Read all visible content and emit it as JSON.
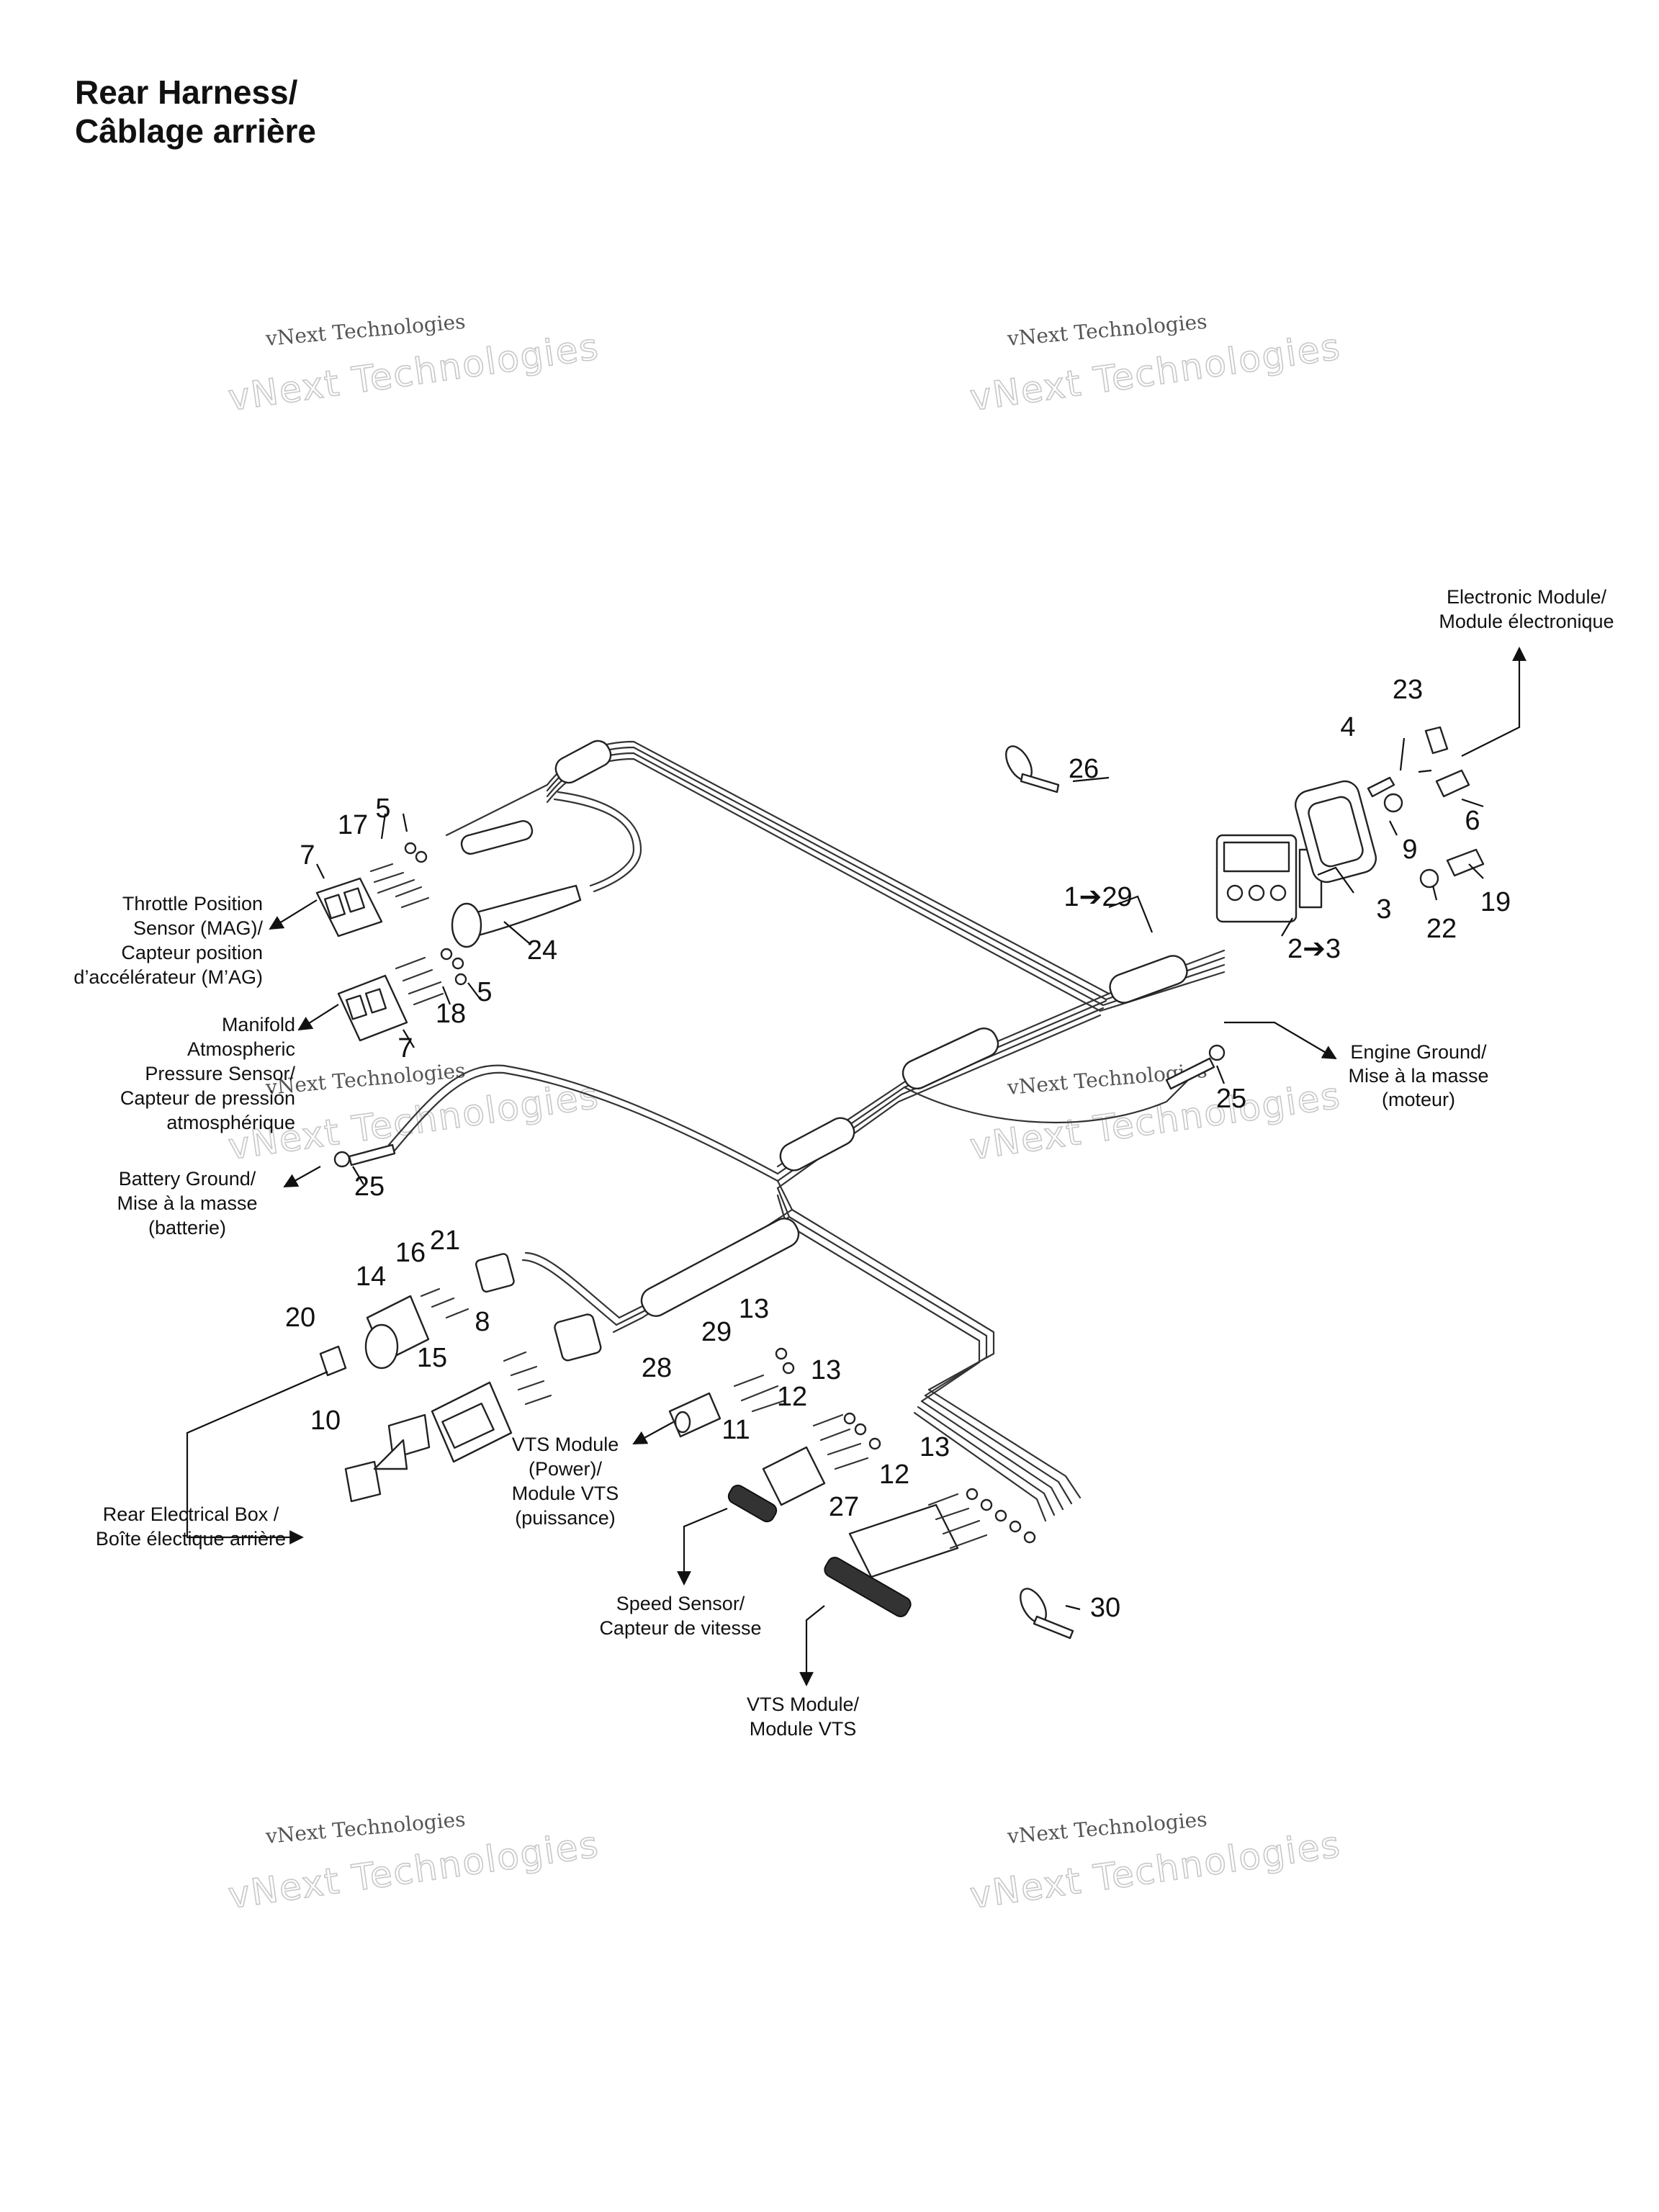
{
  "title": {
    "line1": "Rear Harness/",
    "line2": "Câblage arrière"
  },
  "watermark": {
    "small": "vNext Technologies",
    "large": "vNext Technologies"
  },
  "callouts": {
    "electronic_module": [
      "Electronic Module/",
      "Module électronique"
    ],
    "throttle_position": [
      "Throttle Position",
      "Sensor (MAG)/",
      "Capteur position",
      "d’accélérateur (M’AG)"
    ],
    "manifold_pressure": [
      "Manifold",
      "Atmospheric",
      "Pressure Sensor/",
      "Capteur de pression",
      "atmosphérique"
    ],
    "engine_ground": [
      "Engine Ground/",
      "Mise à la masse",
      "(moteur)"
    ],
    "battery_ground": [
      "Battery Ground/",
      "Mise à la masse",
      "(batterie)"
    ],
    "vts_power": [
      "VTS Module",
      "(Power)/",
      "Module VTS",
      "(puissance)"
    ],
    "rear_electrical_box": [
      "Rear Electrical Box /",
      "Boîte électique arrière"
    ],
    "speed_sensor": [
      "Speed Sensor/",
      "Capteur de vitesse"
    ],
    "vts_module": [
      "VTS Module/",
      "Module VTS"
    ]
  },
  "part_numbers": {
    "p23": "23",
    "p4": "4",
    "p26": "26",
    "p6": "6",
    "p9": "9",
    "p1_29": "1➔29",
    "p3": "3",
    "p19": "19",
    "p22": "22",
    "p2_3": "2➔3",
    "p17": "17",
    "p5a": "5",
    "p7a": "7",
    "p24": "24",
    "p18": "18",
    "p5b": "5",
    "p7b": "7",
    "p25a": "25",
    "p25b": "25",
    "p16": "16",
    "p21": "21",
    "p14": "14",
    "p20": "20",
    "p8": "8",
    "p15": "15",
    "p10": "10",
    "p13a": "13",
    "p29": "29",
    "p28": "28",
    "p13b": "13",
    "p12a": "12",
    "p11": "11",
    "p13c": "13",
    "p12b": "12",
    "p27": "27",
    "p30": "30"
  }
}
